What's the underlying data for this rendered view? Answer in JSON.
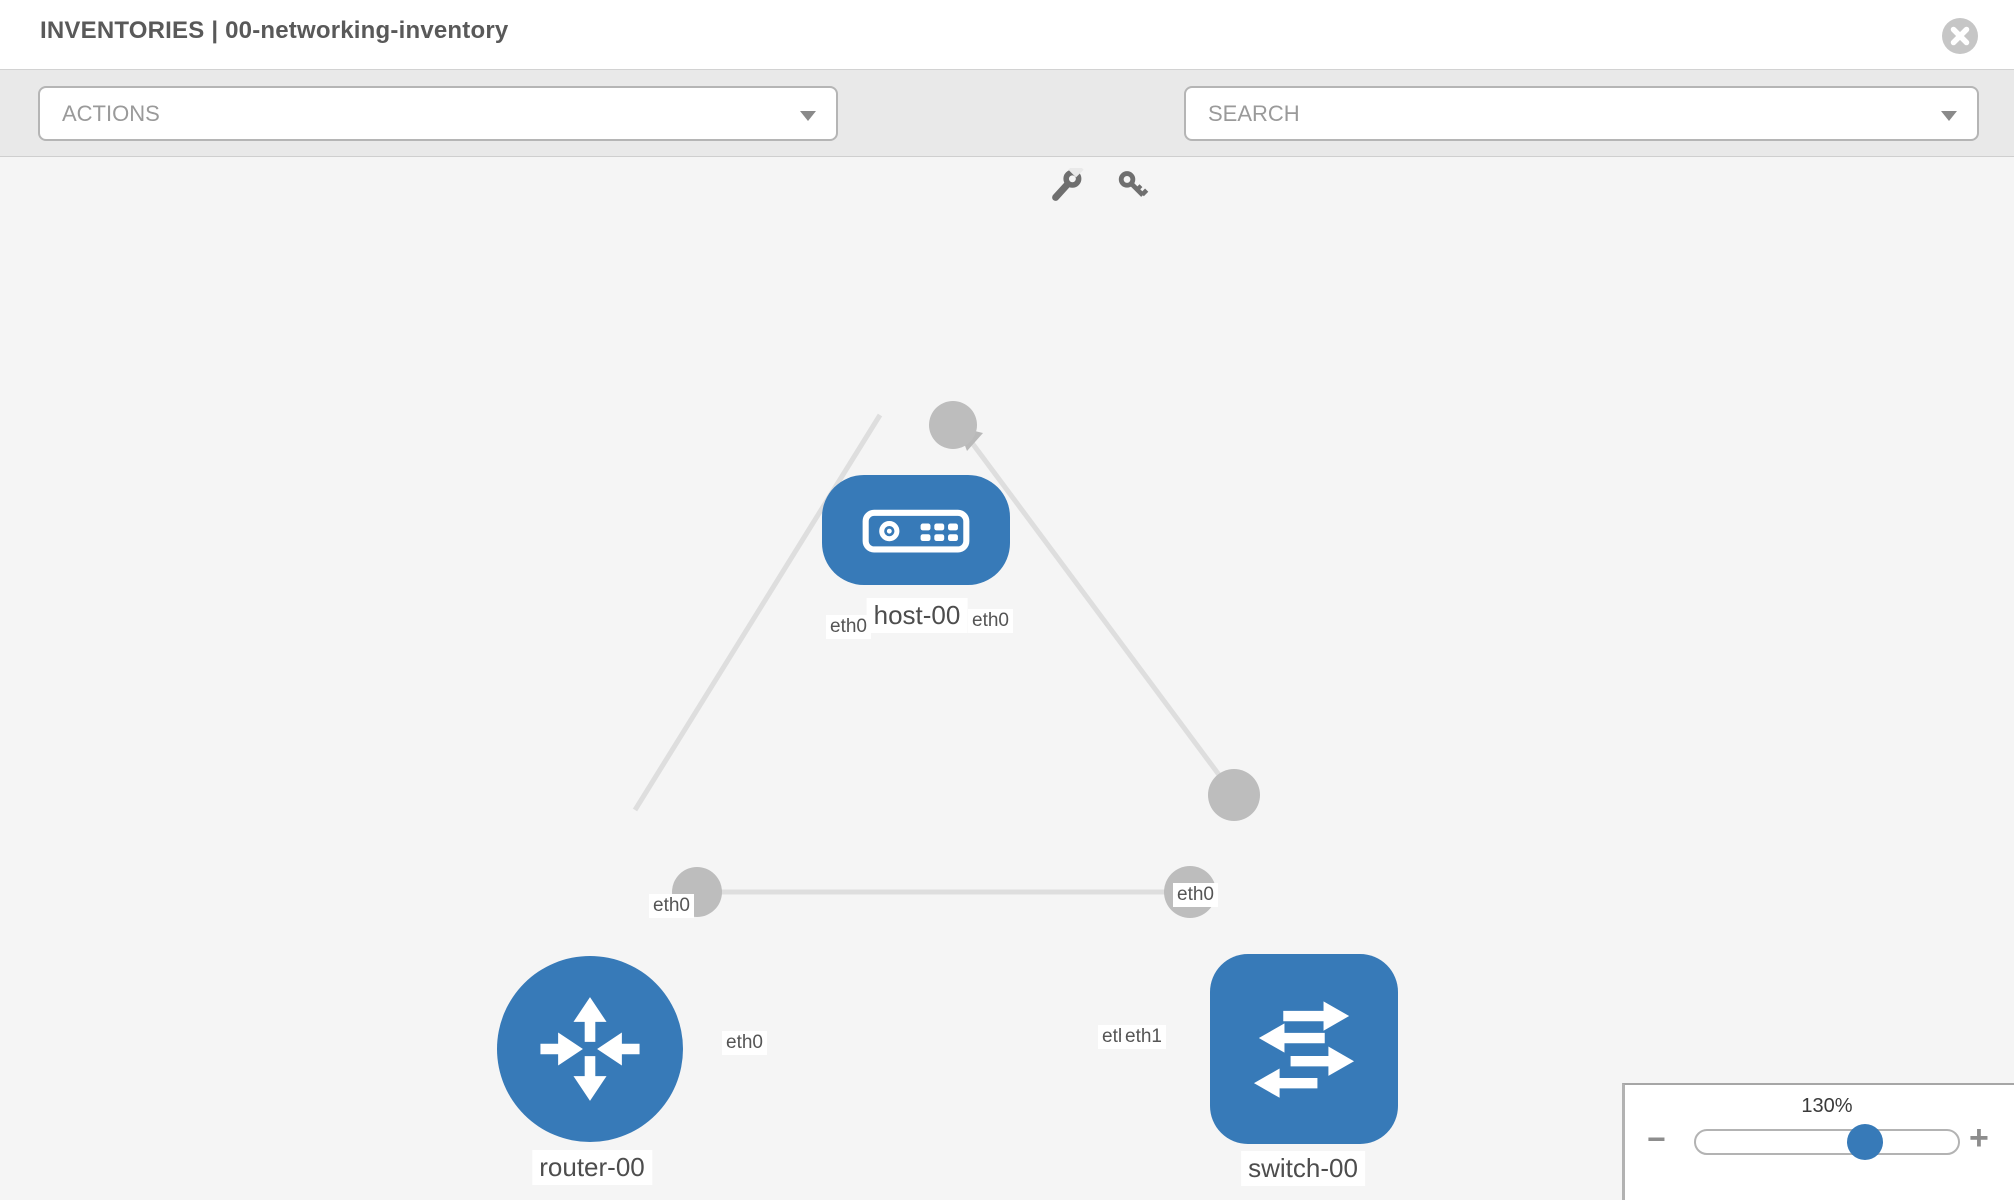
{
  "header": {
    "title": "INVENTORIES | 00-networking-inventory",
    "close_icon": "circle-x-icon"
  },
  "toolbar": {
    "actions_label": "ACTIONS",
    "search_label": "SEARCH",
    "icons": [
      "wrench-icon",
      "key-icon",
      "caret-down-icon"
    ]
  },
  "topology": {
    "nodes": [
      {
        "id": "host-00",
        "type": "host",
        "label": "host-00"
      },
      {
        "id": "router-00",
        "type": "router",
        "label": "router-00"
      },
      {
        "id": "switch-00",
        "type": "switch",
        "label": "switch-00"
      }
    ],
    "links": [
      {
        "from": "router-00",
        "from_if": "eth0",
        "to": "host-00",
        "to_if": "eth0"
      },
      {
        "from": "switch-00",
        "from_if": "eth0",
        "to": "host-00",
        "to_if": "eth0"
      },
      {
        "from": "router-00",
        "from_if": "eth0",
        "to": "switch-00",
        "to_if": "eth1",
        "to_if_overlapped": "eth0"
      }
    ],
    "colors": {
      "node_blue": "#377ab8",
      "link_gray": "#dedede",
      "dot_gray": "#bdbdbd",
      "label_text": "#555555"
    }
  },
  "zoom_control": {
    "value_label": "130%",
    "percent": 130,
    "minus_label": "−",
    "plus_label": "+"
  }
}
